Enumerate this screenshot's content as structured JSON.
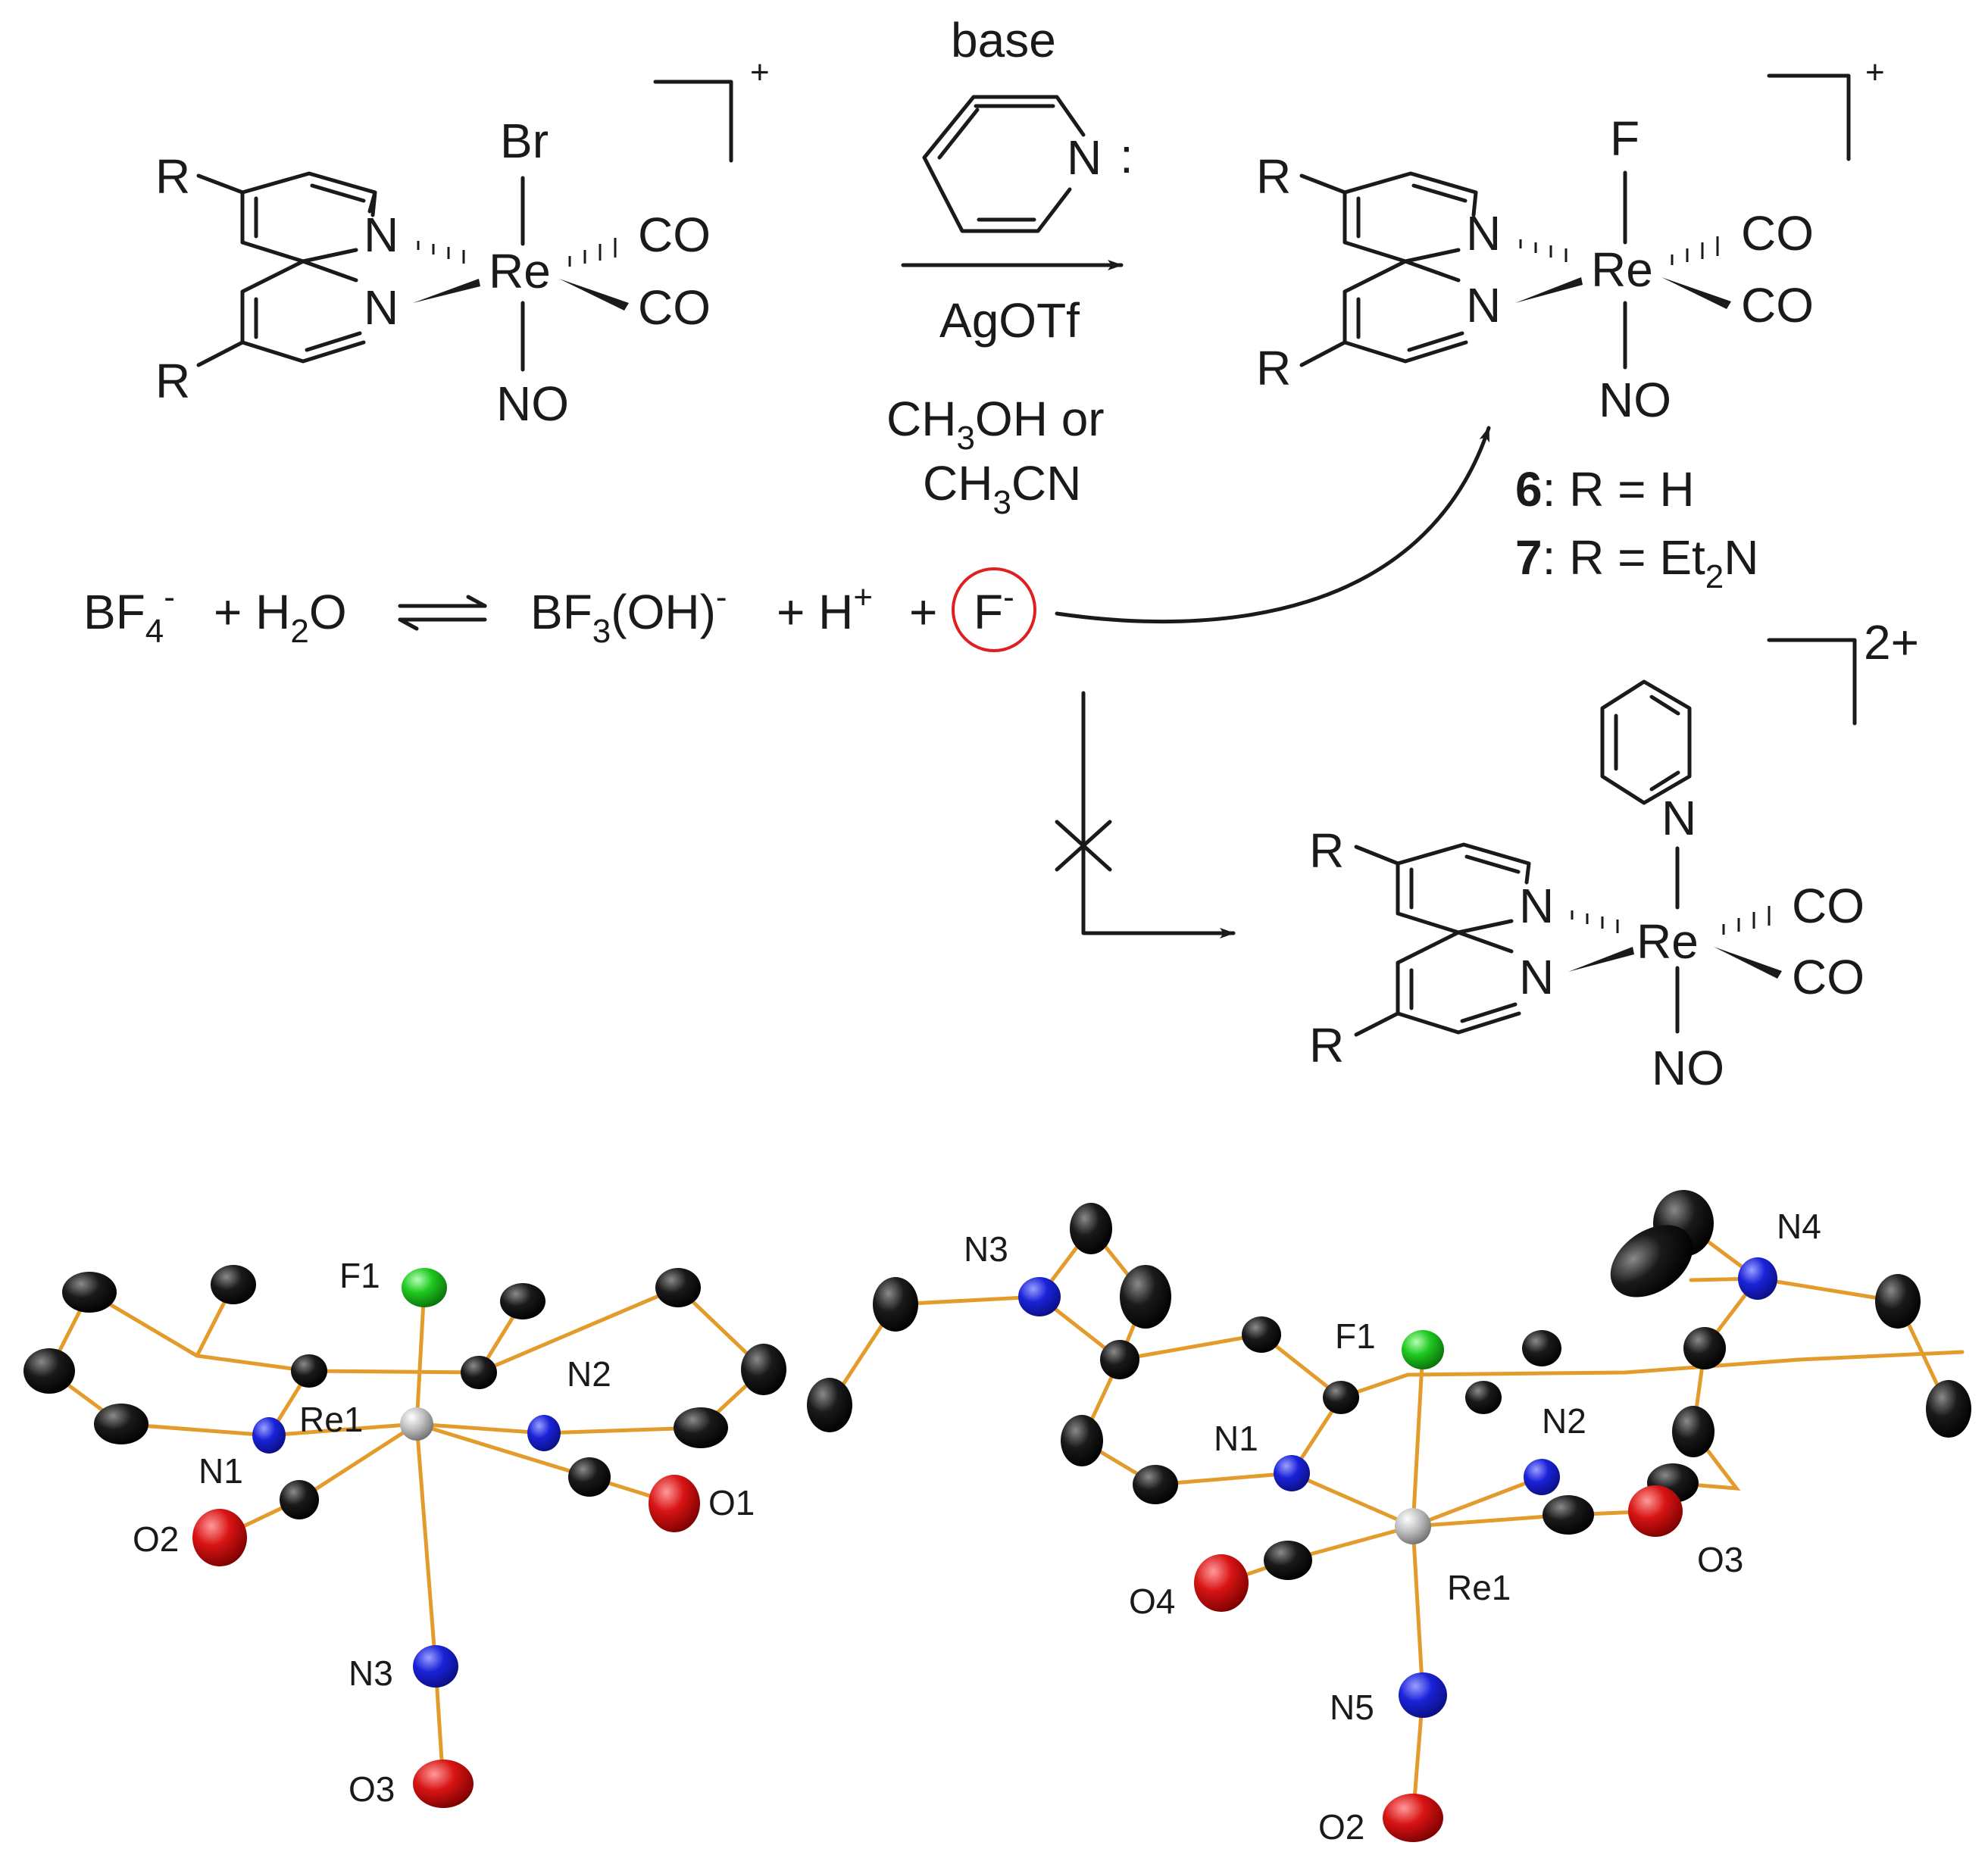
{
  "scheme": {
    "reactant": {
      "axial_top": "Br",
      "axial_bottom": "NO",
      "co1": "CO",
      "co2": "CO",
      "metal": "Re",
      "n_top": "N",
      "n_bot": "N",
      "r_top": "R",
      "r_bot": "R",
      "charge": "+"
    },
    "conditions": {
      "base": "base",
      "pyridine_n": "N",
      "lone_pair": ":",
      "reagent": "AgOTf",
      "solvent_1_a": "CH",
      "solvent_1_sub": "3",
      "solvent_1_b": "OH or",
      "solvent_2_a": "CH",
      "solvent_2_sub": "3",
      "solvent_2_b": "CN"
    },
    "product": {
      "axial_top": "F",
      "axial_bottom": "NO",
      "co1": "CO",
      "co2": "CO",
      "metal": "Re",
      "n_top": "N",
      "n_bot": "N",
      "r_top": "R",
      "r_bot": "R",
      "charge": "+",
      "cmpd6_num": "6",
      "cmpd6_text": ": R = H",
      "cmpd7_num": "7",
      "cmpd7_text": ": R = Et",
      "cmpd7_sub": "2",
      "cmpd7_tail": "N"
    },
    "equilibrium": {
      "bf4": "BF",
      "bf4_sub": "4",
      "bf4_sup": "-",
      "plus_water": "+ H",
      "water_sub": "2",
      "water_tail": "O",
      "bf3": "BF",
      "bf3_sub": "3",
      "bf3_tail": "(OH)",
      "bf3_sup": "-",
      "plus_h": "+ H",
      "h_sup": "+",
      "plus_f": "+",
      "fluoride": "F",
      "fluoride_sup": "-"
    },
    "not_formed": {
      "axial_bottom": "NO",
      "co1": "CO",
      "co2": "CO",
      "metal": "Re",
      "n_top": "N",
      "n_bot": "N",
      "py_n": "N",
      "r_top": "R",
      "r_bot": "R",
      "charge": "2+"
    }
  },
  "structure_left": {
    "labels": [
      "F1",
      "N1",
      "N2",
      "Re1",
      "O1",
      "O2",
      "N3",
      "O3"
    ]
  },
  "structure_right": {
    "labels": [
      "N3",
      "N4",
      "F1",
      "N1",
      "N2",
      "O3",
      "O4",
      "Re1",
      "N5",
      "O2"
    ]
  },
  "colors": {
    "bond": "#e39b2b",
    "carbon": "#111111",
    "nitrogen": "#1a22d8",
    "oxygen": "#d81414",
    "fluorine": "#1ec81e",
    "rhenium": "#bdbdbd",
    "circle": "#e02020"
  }
}
